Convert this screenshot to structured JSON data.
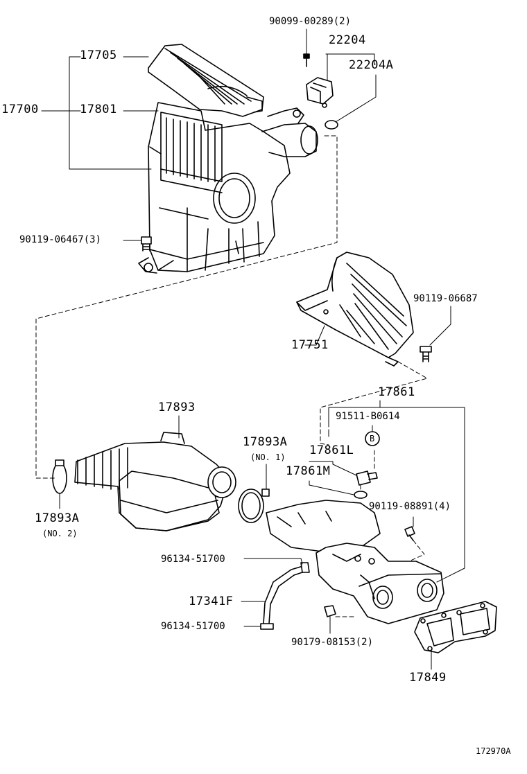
{
  "labels": {
    "p_90099_00289": "90099-00289(2)",
    "p_22204": "22204",
    "p_22204A": "22204A",
    "p_17705": "17705",
    "p_17700": "17700",
    "p_17801": "17801",
    "p_90119_06467": "90119-06467(3)",
    "p_90119_06687": "90119-06687",
    "p_17751": "17751",
    "p_17861": "17861",
    "p_91511_B0614": "91511-B0614",
    "p_17893": "17893",
    "p_17893A_no1": "17893A",
    "p_no1": "(NO. 1)",
    "p_17861L": "17861L",
    "p_17861M": "17861M",
    "p_90119_08891": "90119-08891(4)",
    "p_17893A_no2": "17893A",
    "p_no2": "(NO. 2)",
    "p_96134_51700_a": "96134-51700",
    "p_17341F": "17341F",
    "p_96134_51700_b": "96134-51700",
    "p_90179_08153": "90179-08153(2)",
    "p_17849": "17849",
    "circle_b": "B",
    "figure_code": "172970A"
  }
}
